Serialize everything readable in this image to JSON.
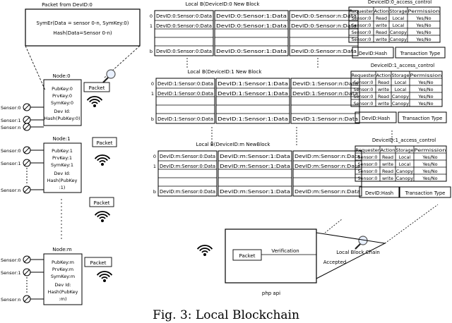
{
  "packet_from_dev0": {
    "title": "Packet from DevID:0",
    "line1": "SymEr(Data = sensor 0-n, SymKey:0)",
    "line2": "Hash(Data=Sensor 0-n)"
  },
  "nodes": [
    {
      "label": "Node:0",
      "lines": [
        "PubKey:0",
        "PrvKey:0",
        "SymKey:0",
        "Dev Id:",
        "Hash(PubKey:0)"
      ],
      "sensors": [
        "Sensor:0",
        "Sensor:1",
        "Sensor:n"
      ],
      "packet": "Packet"
    },
    {
      "label": "Node:1",
      "lines": [
        "PubKey:1",
        "PrvKey:1",
        "SymKey:1",
        "Dev Id:",
        "Hash(PubKey",
        ":1)"
      ],
      "sensors": [
        "Sensor:0",
        "Sensor:1",
        "Sensor:n"
      ],
      "packet": "Packet"
    },
    {
      "label": "Node:m",
      "lines": [
        "PubKey:m",
        "PrvKey:m",
        "SymKey:m",
        "Dev Id:",
        "Hash(PubKey",
        ":m)"
      ],
      "sensors": [
        "Sensor:0",
        "Sensor:1",
        "Sensor:n"
      ],
      "packet": "Packet"
    }
  ],
  "packet_extra": "Packet",
  "blocks": [
    {
      "title": "Local B(DeviceID:0 New Block",
      "rows": [
        "0",
        "1",
        "b"
      ],
      "cells": [
        [
          "DevID:0:Sensor:0:Data",
          "DevID:0:Sensor:1:Data",
          "DevID:0:Sensor:n:Data"
        ],
        [
          "DevID:0:Sensor:0:Data",
          "DevID:0:Sensor:1:Data",
          "DevID:0:Sensor:n:Data"
        ],
        [
          "DevID:0:Sensor:0:Data",
          "DevID:0:Sensor:1:Data",
          "DevID:0:Sensor:n:Data"
        ]
      ],
      "devid": "DevID:Hash",
      "txtype": "Transaction Type"
    },
    {
      "title": "Local B(DeviceID:1 New Block",
      "rows": [
        "0",
        "1",
        "b"
      ],
      "cells": [
        [
          "DevID:1:Sensor:0:Data",
          "DevID:1:Sensor:1:Data",
          "DevID:1:Sensor:n:Data"
        ],
        [
          "DevID:1:Sensor:0:Data",
          "DevID:1:Sensor:1:Data",
          "DevID:1:Sensor:n:Data"
        ],
        [
          "DevID:1:Sensor:0:Data",
          "DevID:1:Sensor:1:Data",
          "DevID:1:Sensor:n:Data"
        ]
      ],
      "devid": "DevID:Hash",
      "txtype": "Transaction Type"
    },
    {
      "title": "Local B(DeviceID:m NewBlock",
      "rows": [
        "0",
        "1",
        "b"
      ],
      "cells": [
        [
          "DevID:m:Sensor:0:Data",
          "DevID:m:Sensor:1:Data",
          "DevID:m:Sensor:n:Data"
        ],
        [
          "DevID:m:Sensor:0:Data",
          "DevID:m:Sensor:1:Data",
          "DevID:m:Sensor:n:Data"
        ],
        [
          "DevID:m:Sensor:0:Data",
          "DevID:m:Sensor:1:Data",
          "DevID:m:Sensor:n:Data"
        ]
      ],
      "devid": "DevID:Hash",
      "txtype": "Transaction Type"
    }
  ],
  "access_tables": [
    {
      "title": "DeviceID:0_access_control",
      "headers": [
        "Requester",
        "Action",
        "Storage",
        "Permission"
      ],
      "rows": [
        [
          "Sensor:0",
          "Read",
          "Local",
          "Yes/No"
        ],
        [
          "Sensor:0",
          "write",
          "Local",
          "Yes/No"
        ],
        [
          "Sensor:0",
          "Read",
          "Canopy",
          "Yes/No"
        ],
        [
          "Sensor:0",
          "write",
          "Canopy",
          "Yes/No"
        ]
      ]
    },
    {
      "title": "DeviceID:1_access_control",
      "headers": [
        "Requester",
        "Action",
        "Storage",
        "Permission"
      ],
      "rows": [
        [
          "Sensor:0",
          "Read",
          "Local",
          "Yes/No"
        ],
        [
          "Sensor:0",
          "write",
          "Local",
          "Yes/No"
        ],
        [
          "Sensor:0",
          "Read",
          "Canopy",
          "Yes/No"
        ],
        [
          "Sensor:0",
          "write",
          "Canopy",
          "Yes/No"
        ]
      ]
    },
    {
      "title": "DeviceID:1_access_control",
      "headers": [
        "Requester",
        "Action",
        "Storage",
        "Permission"
      ],
      "rows": [
        [
          "Sensor:0",
          "Read",
          "Local",
          "Yes/No"
        ],
        [
          "Sensor:0",
          "write",
          "Local",
          "Yes/No"
        ],
        [
          "Sensor:0",
          "Read",
          "Canopy",
          "Yes/No"
        ],
        [
          "Sensor:0",
          "write",
          "Canopy",
          "Yes/No"
        ]
      ]
    }
  ],
  "php": {
    "packet": "Packet",
    "verification": "Verification",
    "blockchain": "Local Block Chain",
    "accepted": "Accepted",
    "label": "php api"
  },
  "caption": "Fig. 3: Local Blockchain"
}
